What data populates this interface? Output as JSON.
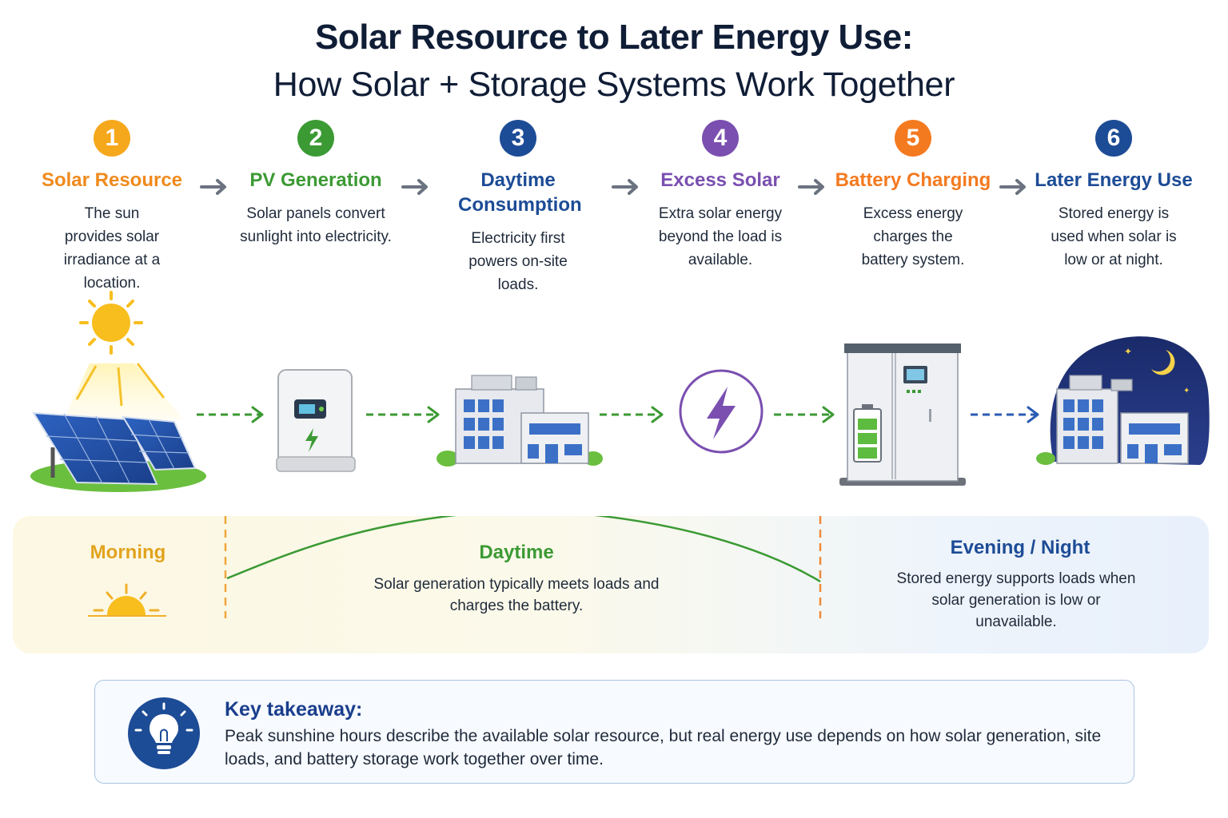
{
  "header": {
    "title": "Solar Resource to Later Energy Use:",
    "subtitle": "How Solar + Storage Systems Work Together"
  },
  "steps": [
    {
      "number": "1",
      "title": "Solar Resource",
      "desc": "The sun provides solar irradiance at a location.",
      "color": "#f6a81c",
      "title_color": "#f08a1c",
      "icon": "sun-solar-panels-icon"
    },
    {
      "number": "2",
      "title": "PV Generation",
      "desc": "Solar panels convert sunlight into electricity.",
      "color": "#3c9a34",
      "title_color": "#3c9a34",
      "icon": "inverter-icon"
    },
    {
      "number": "3",
      "title": "Daytime Consumption",
      "desc": "Electricity first powers on-site loads.",
      "color": "#1d4c96",
      "title_color": "#1d4c96",
      "icon": "building-icon"
    },
    {
      "number": "4",
      "title": "Excess Solar",
      "desc": "Extra solar energy beyond the load is available.",
      "color": "#7a4fb0",
      "title_color": "#7a4fb0",
      "icon": "lightning-bolt-icon"
    },
    {
      "number": "5",
      "title": "Battery Charging",
      "desc": "Excess energy charges the battery system.",
      "color": "#f47a20",
      "title_color": "#f47a20",
      "icon": "battery-cabinet-icon"
    },
    {
      "number": "6",
      "title": "Later Energy Use",
      "desc": "Stored energy is used when solar is low or at night.",
      "color": "#1d4c96",
      "title_color": "#1d4c96",
      "icon": "night-building-icon"
    }
  ],
  "timeline": {
    "morning": {
      "label": "Morning",
      "color": "#e2a31e"
    },
    "daytime": {
      "label": "Daytime",
      "desc": "Solar generation typically meets loads and charges the battery.",
      "color": "#3c9a34"
    },
    "evening": {
      "label": "Evening / Night",
      "desc": "Stored energy supports loads when solar generation is low or unavailable.",
      "color": "#1d4c96"
    }
  },
  "takeaway": {
    "title": "Key takeaway:",
    "text": "Peak sunshine hours describe the available solar resource, but real energy use depends on how solar generation, site loads, and battery storage work together over time.",
    "icon": "lightbulb-icon"
  }
}
